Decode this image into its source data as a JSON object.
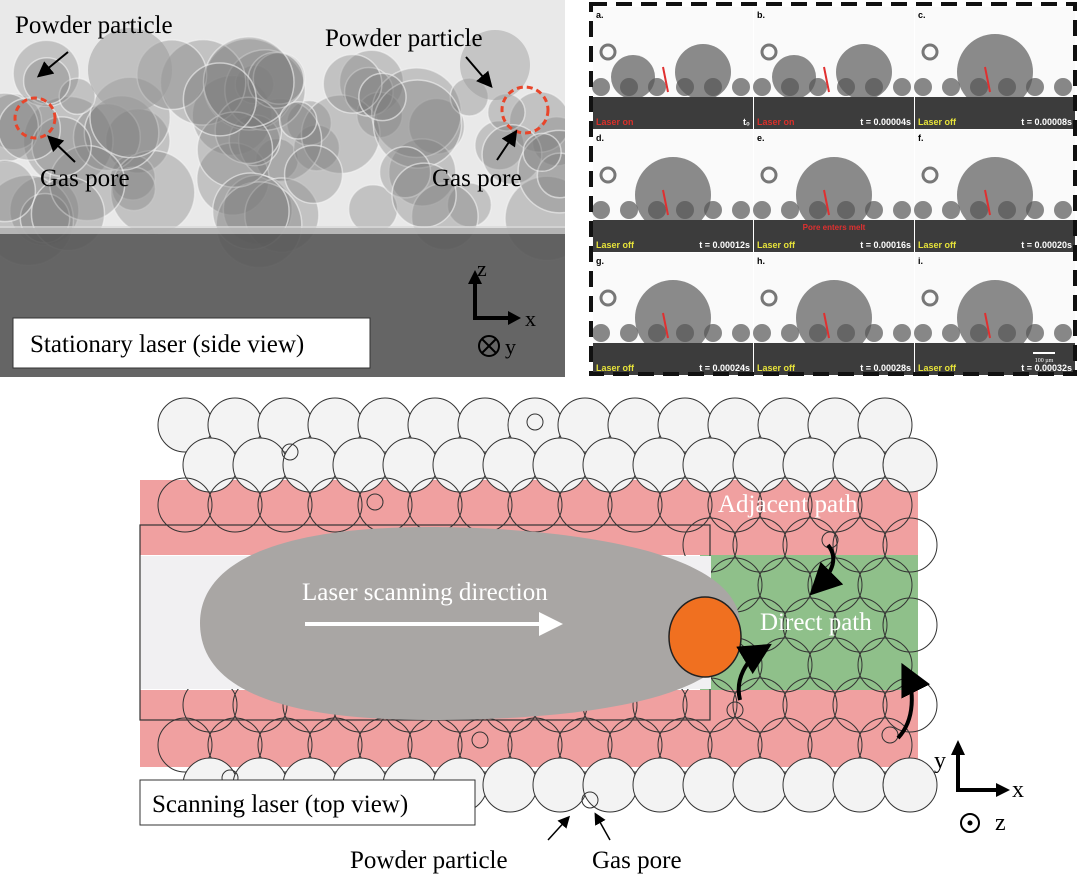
{
  "side_view": {
    "powder_left": "Powder particle",
    "powder_right": "Powder particle",
    "pore_left": "Gas pore",
    "pore_right": "Gas pore",
    "caption": "Stationary laser (side view)",
    "axis_z": "z",
    "axis_x": "x",
    "axis_y": "y"
  },
  "sequence": {
    "scale_bar": "100 µm",
    "pore_note": "Pore enters melt",
    "frames": [
      {
        "letter": "a.",
        "state": "Laser on",
        "time": "t₀",
        "color": "#d9302a"
      },
      {
        "letter": "b.",
        "state": "Laser on",
        "time": "t = 0.00004s",
        "color": "#d9302a"
      },
      {
        "letter": "c.",
        "state": "Laser off",
        "time": "t = 0.00008s",
        "color": "#e6e23a"
      },
      {
        "letter": "d.",
        "state": "Laser off",
        "time": "t = 0.00012s",
        "color": "#e6e23a"
      },
      {
        "letter": "e.",
        "state": "Laser off",
        "time": "t = 0.00016s",
        "color": "#e6e23a"
      },
      {
        "letter": "f.",
        "state": "Laser off",
        "time": "t = 0.00020s",
        "color": "#e6e23a"
      },
      {
        "letter": "g.",
        "state": "Laser off",
        "time": "t = 0.00024s",
        "color": "#e6e23a"
      },
      {
        "letter": "h.",
        "state": "Laser off",
        "time": "t = 0.00028s",
        "color": "#e6e23a"
      },
      {
        "letter": "i.",
        "state": "Laser off",
        "time": "t = 0.00032s",
        "color": "#e6e23a"
      }
    ]
  },
  "top_view": {
    "adjacent_path": "Adjacent path",
    "direct_path": "Direct path",
    "scan_direction": "Laser scanning direction",
    "caption": "Scanning laser (top view)",
    "powder": "Powder particle",
    "pore": "Gas pore",
    "axis_y": "y",
    "axis_x": "x",
    "axis_z": "z",
    "colors": {
      "adjacent": "#f0a0a0",
      "direct": "#8fc08a",
      "melt": "#a9a6a4",
      "pore": "#f07020"
    }
  }
}
